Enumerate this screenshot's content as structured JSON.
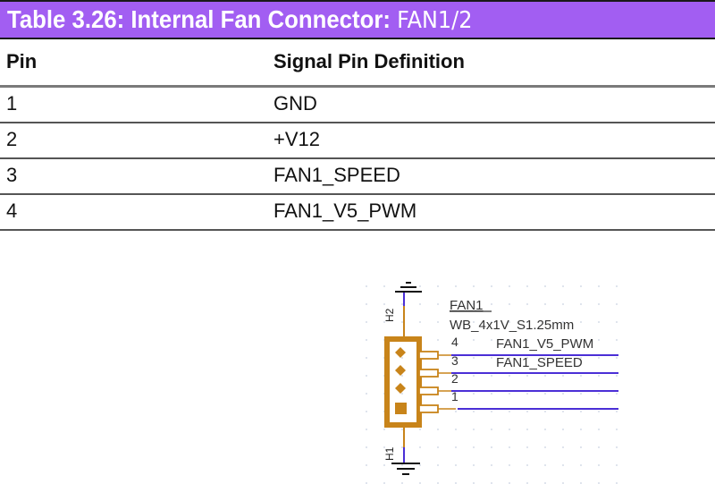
{
  "title": {
    "main": "Table 3.26: Internal Fan Connector: ",
    "suffix": "FAN1/2"
  },
  "table": {
    "headers": [
      "Pin",
      "Signal Pin Definition"
    ],
    "rows": [
      [
        "1",
        "GND"
      ],
      [
        "2",
        "+V12"
      ],
      [
        "3",
        "FAN1_SPEED"
      ],
      [
        "4",
        "FAN1_V5_PWM"
      ]
    ]
  },
  "schematic": {
    "ref": "FAN1",
    "part": "WB_4x1V_S1.25mm",
    "pin_numbers": [
      "4",
      "3",
      "2",
      "1"
    ],
    "nets": [
      "FAN1_V5_PWM",
      "FAN1_SPEED"
    ],
    "mount_top": "H2",
    "mount_bottom": "H1",
    "colors": {
      "body": "#c8841a",
      "wire": "#4b2fd6",
      "text": "#333333"
    }
  },
  "colors": {
    "title_bg": "#a25ef2",
    "title_text": "#ffffff"
  }
}
